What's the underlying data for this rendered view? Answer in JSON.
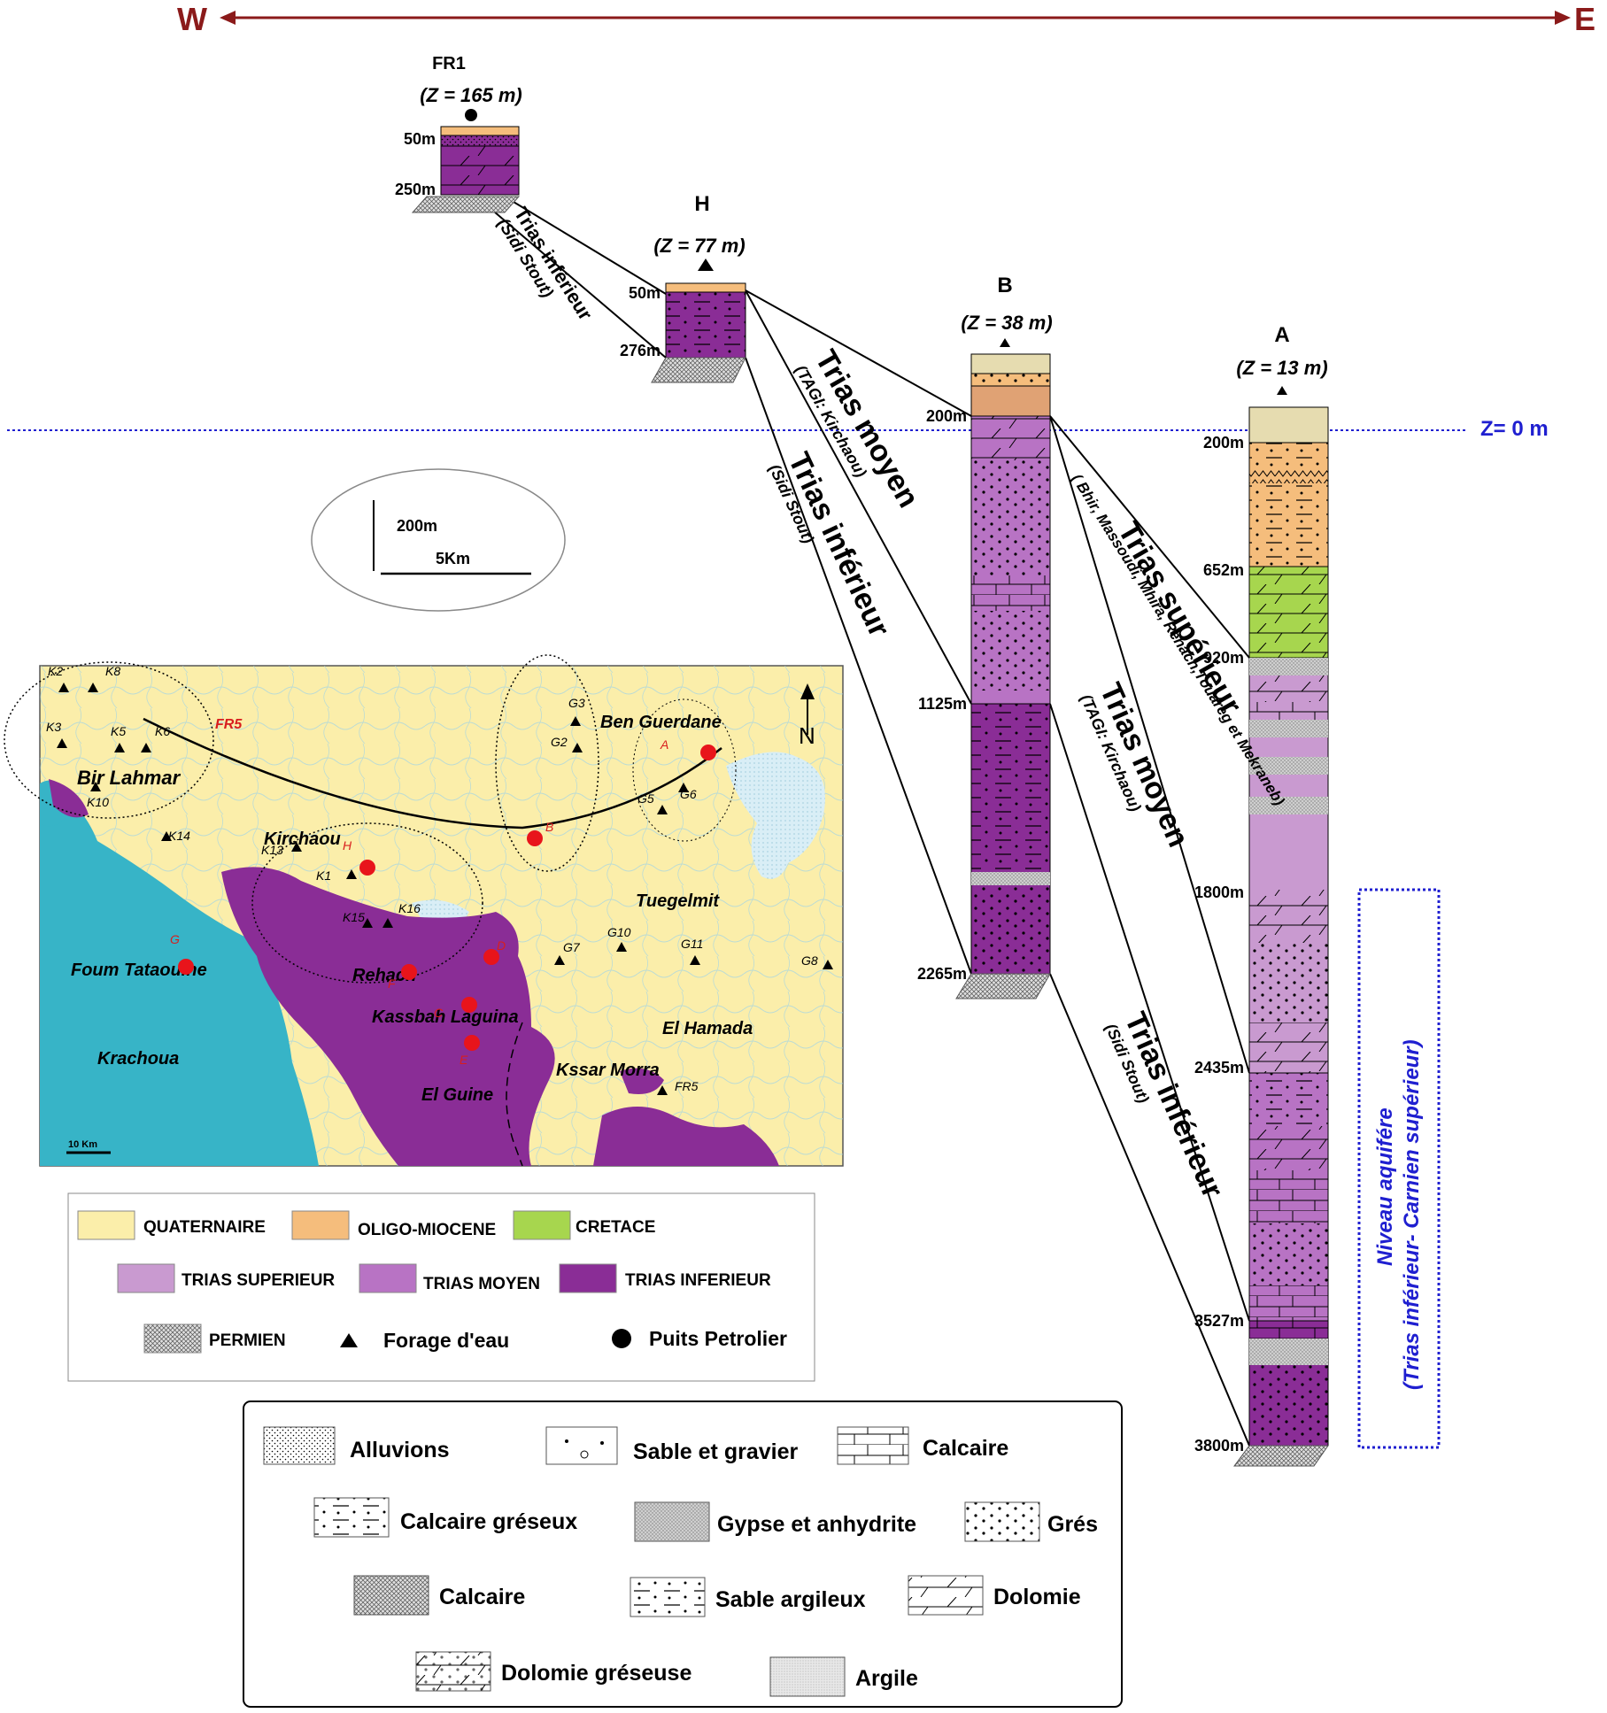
{
  "orientation": {
    "west": "W",
    "east": "E",
    "arrow_color": "#8b1a1a"
  },
  "sea_level": {
    "label": "Z= 0 m",
    "color": "#1f1fd0"
  },
  "scale": {
    "vertical": "200m",
    "horizontal": "5Km"
  },
  "wells": {
    "fr1": {
      "name": "FR1",
      "elev": "(Z = 165 m)",
      "depths": [
        "50m",
        "250m"
      ]
    },
    "h": {
      "name": "H",
      "elev": "(Z = 77 m)",
      "depths": [
        "50m",
        "276m"
      ]
    },
    "b": {
      "name": "B",
      "elev": "(Z = 38 m)",
      "depths": [
        "200m",
        "1125m",
        "2265m"
      ]
    },
    "a": {
      "name": "A",
      "elev": "(Z = 13 m)",
      "depths": [
        "200m",
        "652m",
        "920m",
        "1800m",
        "2435m",
        "3527m",
        "3800m"
      ]
    }
  },
  "correlations": {
    "fr1_h_name": "Trias inférieur",
    "fr1_h_sub": "(Sidi Stout)",
    "h_b_moyen": "Trias moyen",
    "h_b_moyen_sub": "(TAGI: Kirchaou)",
    "h_b_inf": "Trias inférieur",
    "h_b_inf_sub": "(Sidi Stout)",
    "b_a_sup": "Trias supérieur",
    "b_a_sup_sub": "( Bhir, Massoudi, Mhira, Rehach,Touareg et Mekraneb)",
    "b_a_moyen": "Trias moyen",
    "b_a_moyen_sub": "(TAGI: Kirchaou)",
    "b_a_inf": "Trias inférieur",
    "b_a_inf_sub": "(Sidi Stout)"
  },
  "aquifer": {
    "line1": "Niveau aquifére",
    "line2": "(Trias inférieur- Carnien supérieur)",
    "color": "#1f1fd0"
  },
  "map": {
    "places": {
      "bir_lahmar": "Bir Lahmar",
      "kirchaou": "Kirchaou",
      "ben_guerdane": "Ben Guerdane",
      "tuegelmit": "Tuegelmit",
      "foum_tataouine": "Foum Tataouine",
      "rehach": "Rehach",
      "kassbah_laguina": "Kassbah Laguina",
      "el_hamada": "El Hamada",
      "krachoua": "Krachoua",
      "kssar_morra": "Kssar Morra",
      "el_guine": "El Guine"
    },
    "fr5_red": "FR5",
    "scale_label": "10 Km",
    "north": "N",
    "boreholes": [
      "K2",
      "K8",
      "K3",
      "K5",
      "K6",
      "K10",
      "K14",
      "K13",
      "K1",
      "K15",
      "K16",
      "G3",
      "G2",
      "G5",
      "G6",
      "G7",
      "G10",
      "G11",
      "G8",
      "FR5"
    ],
    "well_letters": [
      "A",
      "B",
      "H",
      "G",
      "D",
      "F",
      "C",
      "E"
    ]
  },
  "legend": {
    "quaternaire": "QUATERNAIRE",
    "oligo": "OLIGO-MIOCENE",
    "cretace": "CRETACE",
    "trias_sup": "TRIAS SUPERIEUR",
    "trias_moyen": "TRIAS MOYEN",
    "trias_inf": "TRIAS INFERIEUR",
    "permien": "PERMIEN",
    "forage": "Forage d'eau",
    "puits": "Puits Petrolier",
    "colors": {
      "quaternaire": "#fbeeaa",
      "oligo": "#f5bd7c",
      "cretace": "#a7d64e",
      "trias_sup": "#c99ad0",
      "trias_moyen": "#b873c4",
      "trias_inf": "#8a2d96",
      "water": "#37b4c7"
    }
  },
  "lithology": {
    "alluvions": "Alluvions",
    "sable_gravier": "Sable et gravier",
    "calcaire1": "Calcaire",
    "calcaire_greseux": "Calcaire gréseux",
    "gypse": "Gypse et anhydrite",
    "gres": "Grés",
    "calcaire2": "Calcaire",
    "sable_argileux": "Sable argileux",
    "dolomie": "Dolomie",
    "dolomie_greseuse": "Dolomie gréseuse",
    "argile": "Argile"
  }
}
